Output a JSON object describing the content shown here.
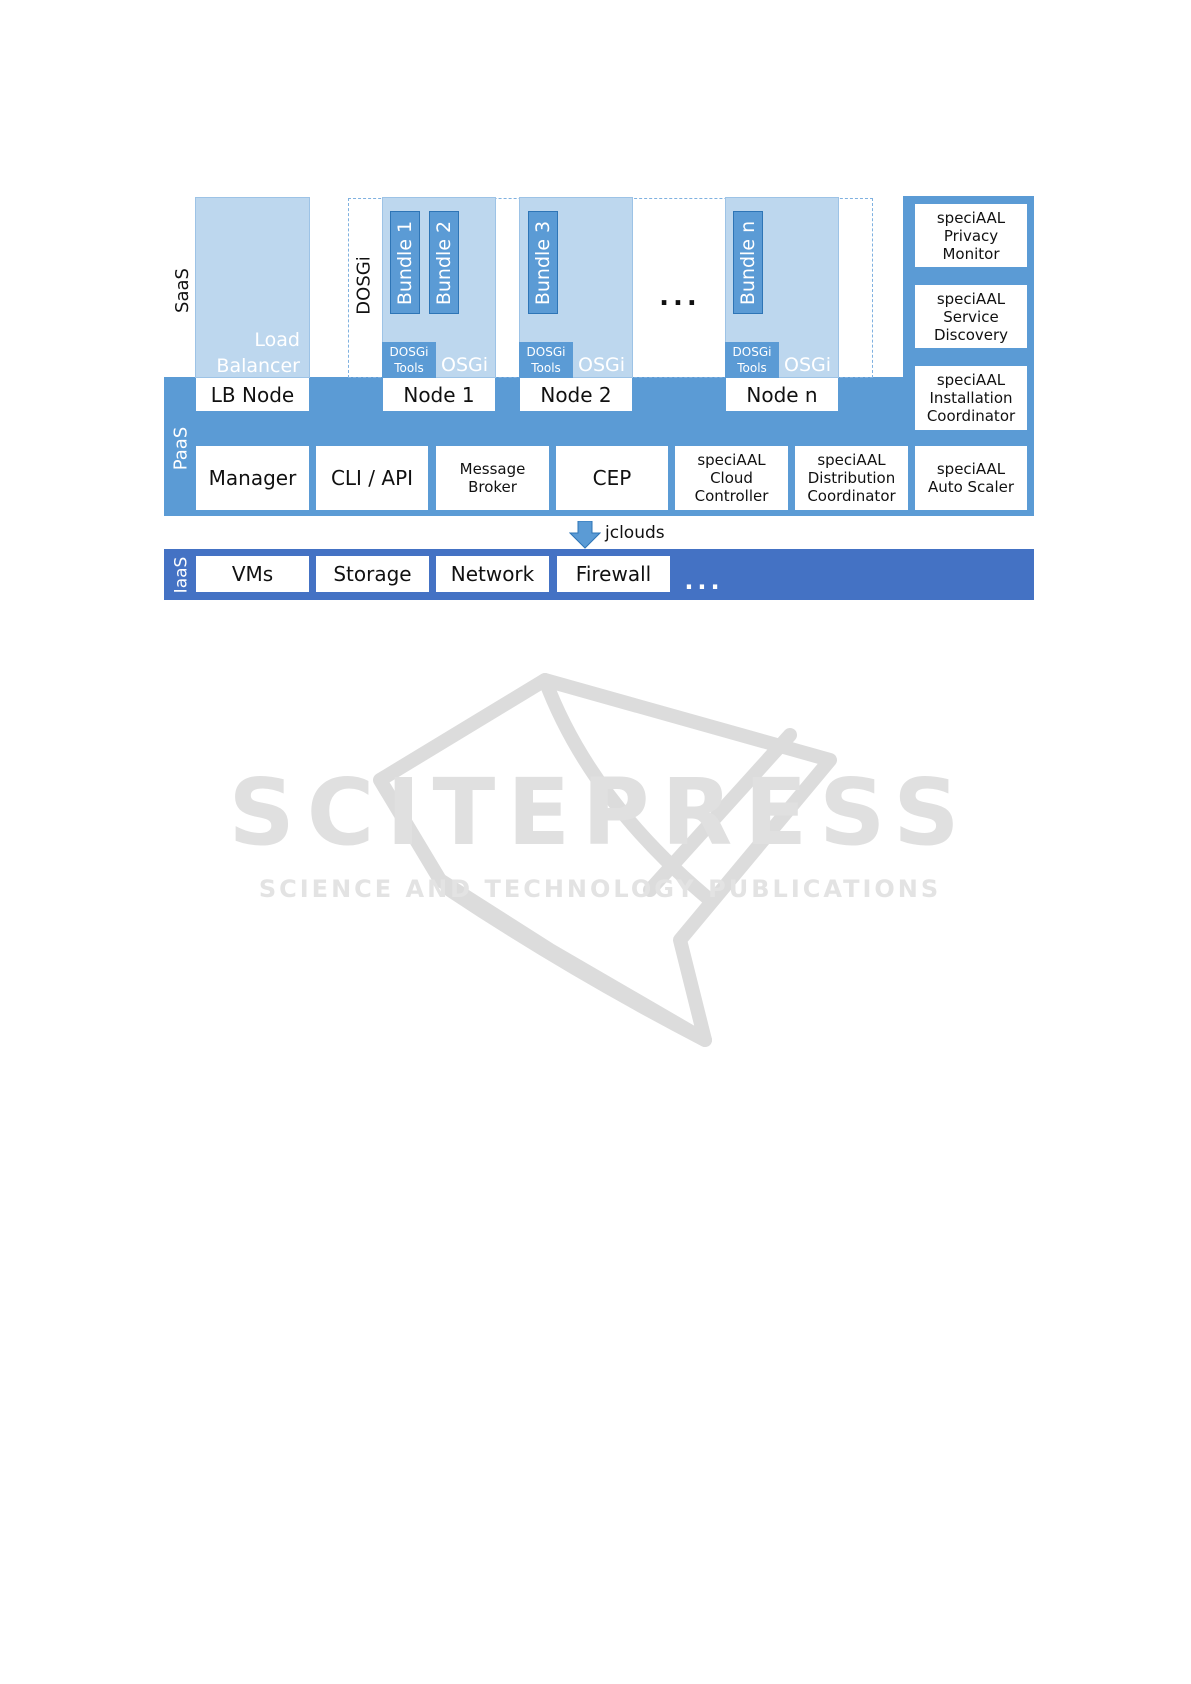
{
  "saas": {
    "label": "SaaS",
    "load_balancer": "Load\nBalancer",
    "dosgi_label": "DOSGi",
    "nodes": [
      {
        "bundles": [
          "Bundle 1",
          "Bundle 2"
        ],
        "tools": "DOSGi\nTools",
        "osgi": "OSGi"
      },
      {
        "bundles": [
          "Bundle 3"
        ],
        "tools": "DOSGi\nTools",
        "osgi": "OSGi"
      },
      {
        "bundles": [
          "Bundle n"
        ],
        "tools": "DOSGi\nTools",
        "osgi": "OSGi"
      }
    ],
    "ellipsis": "..."
  },
  "paas": {
    "label": "PaaS",
    "nodes": [
      "LB Node",
      "Node 1",
      "Node 2",
      "Node n"
    ],
    "components": [
      "Manager",
      "CLI / API",
      "Message\nBroker",
      "CEP",
      "speciAAL\nCloud\nController",
      "speciAAL\nDistribution\nCoordinator",
      "speciAAL\nAuto Scaler"
    ],
    "side_components": [
      "speciAAL\nPrivacy\nMonitor",
      "speciAAL\nService\nDiscovery",
      "speciAAL\nInstallation\nCoordinator"
    ]
  },
  "connector": "jclouds",
  "iaas": {
    "label": "IaaS",
    "items": [
      "VMs",
      "Storage",
      "Network",
      "Firewall"
    ],
    "ellipsis": "..."
  },
  "watermark": {
    "title": "SCITEPRESS",
    "subtitle": "SCIENCE AND TECHNOLOGY PUBLICATIONS"
  },
  "colors": {
    "paas_blue": "#5b9bd5",
    "iaas_blue": "#4472c4",
    "light_blue": "#bdd7ee"
  }
}
